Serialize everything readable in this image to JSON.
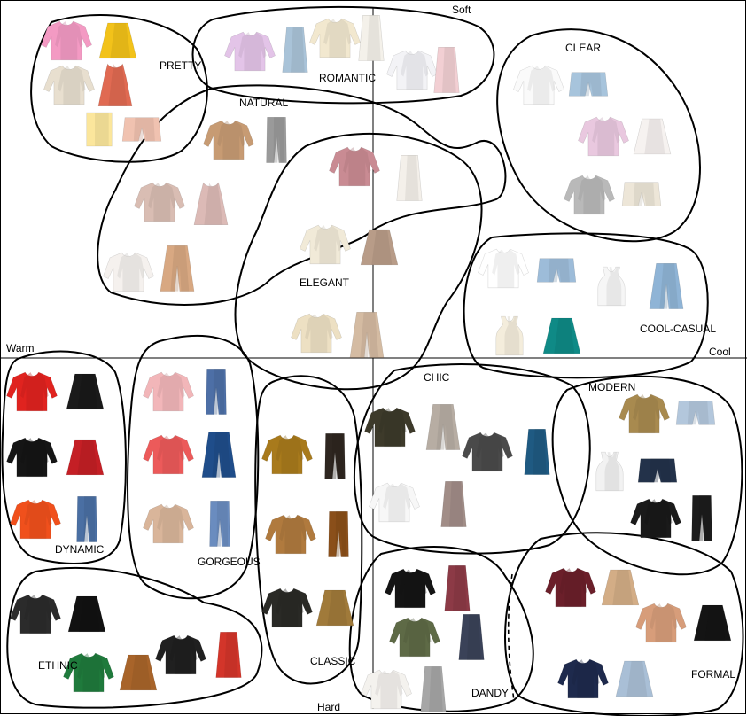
{
  "axes": {
    "top": "Soft",
    "bottom": "Hard",
    "left": "Warm",
    "right": "Cool"
  },
  "groups": [
    {
      "id": "pretty",
      "label": "PRETTY",
      "items": [
        {
          "kind": "sweater",
          "color": "#f39ac3"
        },
        {
          "kind": "skirt",
          "color": "#f2c21a"
        },
        {
          "kind": "jacket",
          "color": "#e8dfcf"
        },
        {
          "kind": "dress",
          "color": "#e06a52"
        },
        {
          "kind": "top",
          "color": "#fbe69c"
        },
        {
          "kind": "shorts",
          "color": "#f0c2b0"
        }
      ]
    },
    {
      "id": "romantic",
      "label": "ROMANTIC",
      "items": [
        {
          "kind": "hoodie",
          "color": "#e3c4e8"
        },
        {
          "kind": "skirt-long",
          "color": "#a9c3d8"
        },
        {
          "kind": "sweater",
          "color": "#f2e8cf"
        },
        {
          "kind": "skirt-long",
          "color": "#f4f1ea"
        },
        {
          "kind": "shirt",
          "color": "#f3f3f6"
        },
        {
          "kind": "skirt-long",
          "color": "#f2cfd3"
        }
      ]
    },
    {
      "id": "natural",
      "label": "NATURAL",
      "items": [
        {
          "kind": "sweater",
          "color": "#c79b73"
        },
        {
          "kind": "pants",
          "color": "#9a9a9a"
        },
        {
          "kind": "coat",
          "color": "#d9bdb3"
        },
        {
          "kind": "dress",
          "color": "#dcbab6"
        },
        {
          "kind": "shirt",
          "color": "#f5f1ee"
        },
        {
          "kind": "pants-wide",
          "color": "#d8a882"
        }
      ]
    },
    {
      "id": "elegant",
      "label": "ELEGANT",
      "items": [
        {
          "kind": "blouse",
          "color": "#c98b93"
        },
        {
          "kind": "skirt-long",
          "color": "#f4f0ea"
        },
        {
          "kind": "blouse",
          "color": "#f1ead8"
        },
        {
          "kind": "skirt",
          "color": "#b89c88"
        },
        {
          "kind": "shirt",
          "color": "#ede0c3"
        },
        {
          "kind": "pants-wide",
          "color": "#d4bba2"
        }
      ]
    },
    {
      "id": "clear",
      "label": "CLEAR",
      "items": [
        {
          "kind": "shirt",
          "color": "#fafafa"
        },
        {
          "kind": "shorts",
          "color": "#a7c4dc"
        },
        {
          "kind": "sweater",
          "color": "#e9c8df"
        },
        {
          "kind": "skirt",
          "color": "#f6f2f0"
        },
        {
          "kind": "hoodie",
          "color": "#b9b9b9"
        },
        {
          "kind": "shorts",
          "color": "#ede6d8"
        }
      ]
    },
    {
      "id": "cool-casual",
      "label": "COOL-CASUAL",
      "items": [
        {
          "kind": "tee",
          "color": "#ffffff"
        },
        {
          "kind": "shorts",
          "color": "#9dbcd9"
        },
        {
          "kind": "tank",
          "color": "#f6f6f6"
        },
        {
          "kind": "pants-wide",
          "color": "#8fb4d6"
        },
        {
          "kind": "tank",
          "color": "#f4eddc"
        },
        {
          "kind": "skirt",
          "color": "#0f8a86"
        }
      ]
    },
    {
      "id": "dynamic",
      "label": "DYNAMIC",
      "items": [
        {
          "kind": "hoodie",
          "color": "#e0231f"
        },
        {
          "kind": "skirt",
          "color": "#1a1a1a"
        },
        {
          "kind": "sweater",
          "color": "#151515"
        },
        {
          "kind": "skirt",
          "color": "#c41f25"
        },
        {
          "kind": "sweater",
          "color": "#f0501c"
        },
        {
          "kind": "pants",
          "color": "#4a6fa3"
        }
      ]
    },
    {
      "id": "gorgeous",
      "label": "GORGEOUS",
      "items": [
        {
          "kind": "sweater",
          "color": "#f2b6b9"
        },
        {
          "kind": "pants",
          "color": "#4d6fa6"
        },
        {
          "kind": "jacket",
          "color": "#ec5a5a"
        },
        {
          "kind": "pants-wide",
          "color": "#1f4d8a"
        },
        {
          "kind": "blouse",
          "color": "#d9b59a"
        },
        {
          "kind": "pants",
          "color": "#6a8cbf"
        }
      ]
    },
    {
      "id": "classic",
      "label": "CLASSIC",
      "items": [
        {
          "kind": "shirt",
          "color": "#a87a1c"
        },
        {
          "kind": "pants",
          "color": "#2e2620"
        },
        {
          "kind": "blouse",
          "color": "#b07a3e"
        },
        {
          "kind": "pants",
          "color": "#8a4f1a"
        },
        {
          "kind": "jacket",
          "color": "#2a2a26"
        },
        {
          "kind": "skirt",
          "color": "#a07a3a"
        }
      ]
    },
    {
      "id": "chic",
      "label": "CHIC",
      "items": [
        {
          "kind": "sweater",
          "color": "#3d3a2a"
        },
        {
          "kind": "pants-wide",
          "color": "#b7ada3"
        },
        {
          "kind": "sweater",
          "color": "#4a4a4a"
        },
        {
          "kind": "skirt-long",
          "color": "#1f5a82"
        },
        {
          "kind": "tee",
          "color": "#f7f7f7"
        },
        {
          "kind": "skirt-long",
          "color": "#a18d87"
        }
      ]
    },
    {
      "id": "modern",
      "label": "MODERN",
      "items": [
        {
          "kind": "shirt",
          "color": "#a88a4f"
        },
        {
          "kind": "shorts",
          "color": "#b3c7dc"
        },
        {
          "kind": "tank",
          "color": "#f2f2f2"
        },
        {
          "kind": "shorts",
          "color": "#23324a"
        },
        {
          "kind": "blouse",
          "color": "#1a1a1a"
        },
        {
          "kind": "pants",
          "color": "#1c1c1c"
        }
      ]
    },
    {
      "id": "ethnic",
      "label": "ETHNIC",
      "items": [
        {
          "kind": "sweater",
          "color": "#2b2b2b"
        },
        {
          "kind": "skirt",
          "color": "#111111"
        },
        {
          "kind": "shirt",
          "color": "#1f7a3c"
        },
        {
          "kind": "skirt",
          "color": "#a8642a"
        },
        {
          "kind": "blouse",
          "color": "#202020"
        },
        {
          "kind": "skirt-long",
          "color": "#d3352a"
        }
      ]
    },
    {
      "id": "dandy",
      "label": "DANDY",
      "items": [
        {
          "kind": "sweater",
          "color": "#141414"
        },
        {
          "kind": "skirt-long",
          "color": "#8c3a46"
        },
        {
          "kind": "jacket",
          "color": "#5e6a46"
        },
        {
          "kind": "skirt-long",
          "color": "#3a4258"
        },
        {
          "kind": "blouse",
          "color": "#f4f2ee"
        },
        {
          "kind": "skirt-long",
          "color": "#a6a6a6"
        }
      ]
    },
    {
      "id": "formal",
      "label": "FORMAL",
      "items": [
        {
          "kind": "sweater",
          "color": "#6b1f2a"
        },
        {
          "kind": "skirt",
          "color": "#d3ad86"
        },
        {
          "kind": "coat",
          "color": "#d79d7a"
        },
        {
          "kind": "skirt",
          "color": "#141414"
        },
        {
          "kind": "sweater",
          "color": "#1e2a4d"
        },
        {
          "kind": "skirt",
          "color": "#a9bfd6"
        }
      ]
    }
  ]
}
